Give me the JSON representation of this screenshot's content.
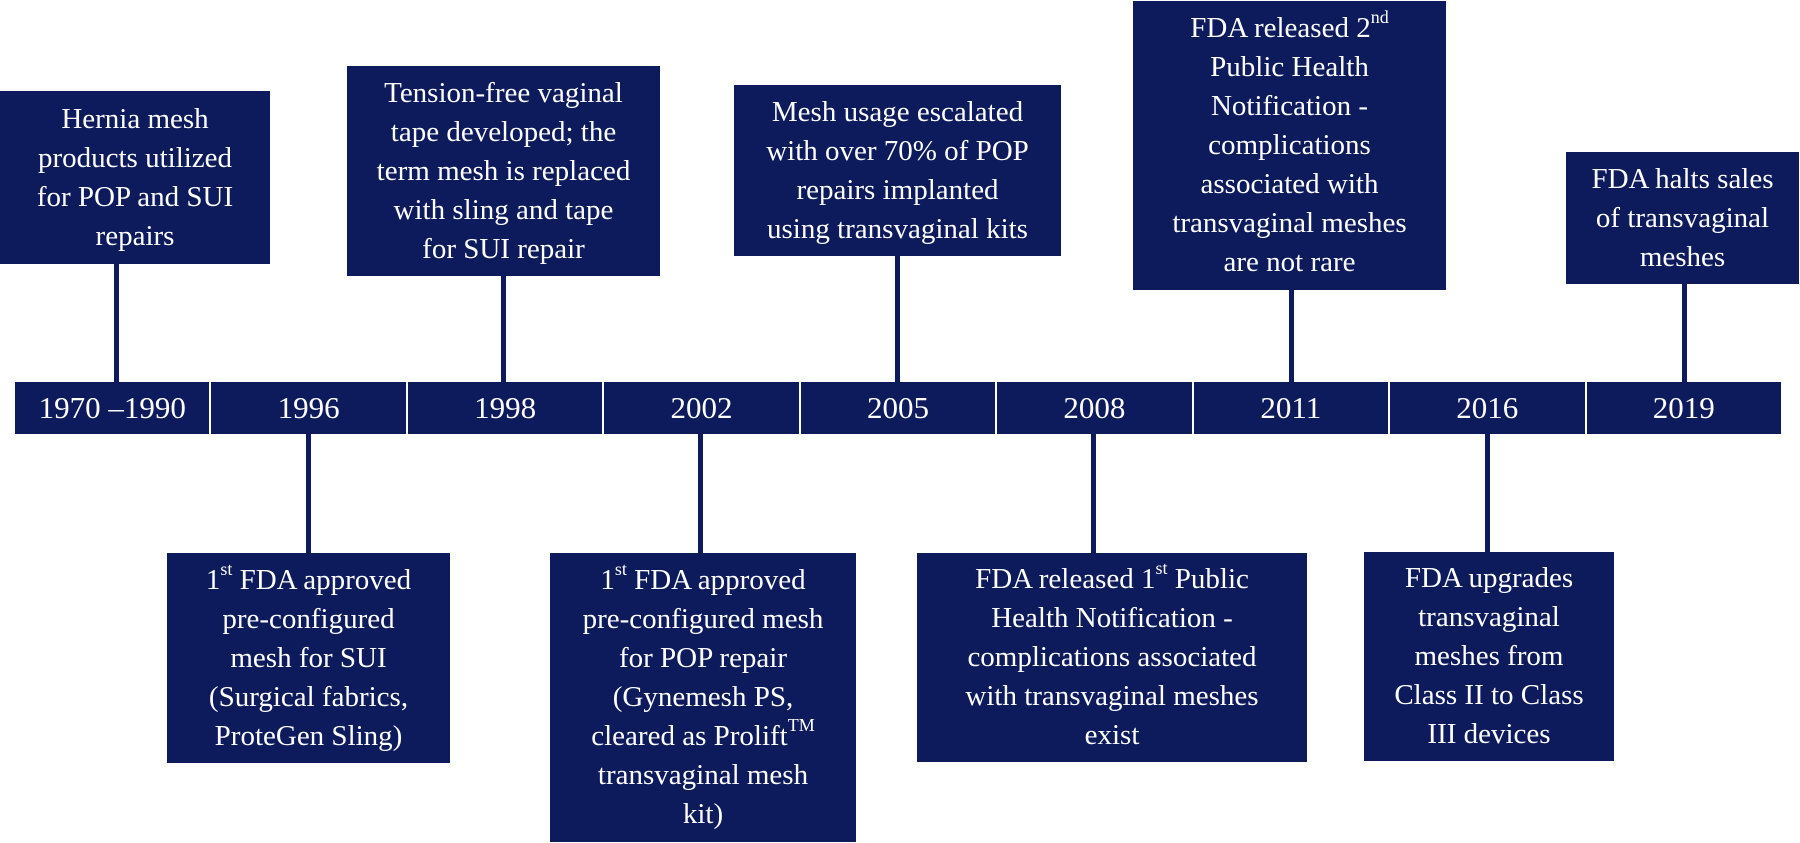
{
  "timeline": {
    "years": [
      "1970 –1990",
      "1996",
      "1998",
      "2002",
      "2005",
      "2008",
      "2011",
      "2016",
      "2019"
    ]
  },
  "events": {
    "e1970": {
      "lines": [
        "Hernia mesh",
        "products utilized",
        "for POP and SUI",
        "repairs"
      ]
    },
    "e1996": {
      "line1_pre": "1",
      "line1_sup": "st",
      "line1_post": " FDA approved",
      "lines": [
        "pre-configured",
        "mesh for SUI",
        "(Surgical fabrics,",
        "ProteGen Sling)"
      ]
    },
    "e1998": {
      "lines": [
        "Tension-free vaginal",
        "tape developed; the",
        "term mesh is replaced",
        "with sling and tape",
        "for SUI repair"
      ]
    },
    "e2002": {
      "line1_pre": "1",
      "line1_sup": "st",
      "line1_post": " FDA approved",
      "lines_mid": [
        "pre-configured mesh",
        "for POP repair",
        "(Gynemesh PS,"
      ],
      "line5_pre": "cleared as Prolift",
      "line5_sup": "TM",
      "lines_end": [
        "transvaginal mesh",
        "kit)"
      ]
    },
    "e2005": {
      "lines": [
        "Mesh usage escalated",
        "with over 70% of POP",
        "repairs implanted",
        "using transvaginal kits"
      ]
    },
    "e2008": {
      "line1_pre": "FDA released 1",
      "line1_sup": "st",
      "line1_post": " Public",
      "lines": [
        "Health Notification -",
        "complications associated",
        "with transvaginal meshes",
        "exist"
      ]
    },
    "e2011": {
      "line1_pre": "FDA released 2",
      "line1_sup": "nd",
      "lines": [
        "Public Health",
        "Notification -",
        "complications",
        "associated with",
        "transvaginal meshes",
        "are not rare"
      ]
    },
    "e2016": {
      "lines": [
        "FDA upgrades",
        "transvaginal",
        "meshes from",
        "Class II to Class",
        "III devices"
      ]
    },
    "e2019": {
      "lines": [
        "FDA halts sales",
        "of transvaginal",
        "meshes"
      ]
    }
  },
  "colors": {
    "navy": "#0d1a5c",
    "text": "#ffffff"
  }
}
